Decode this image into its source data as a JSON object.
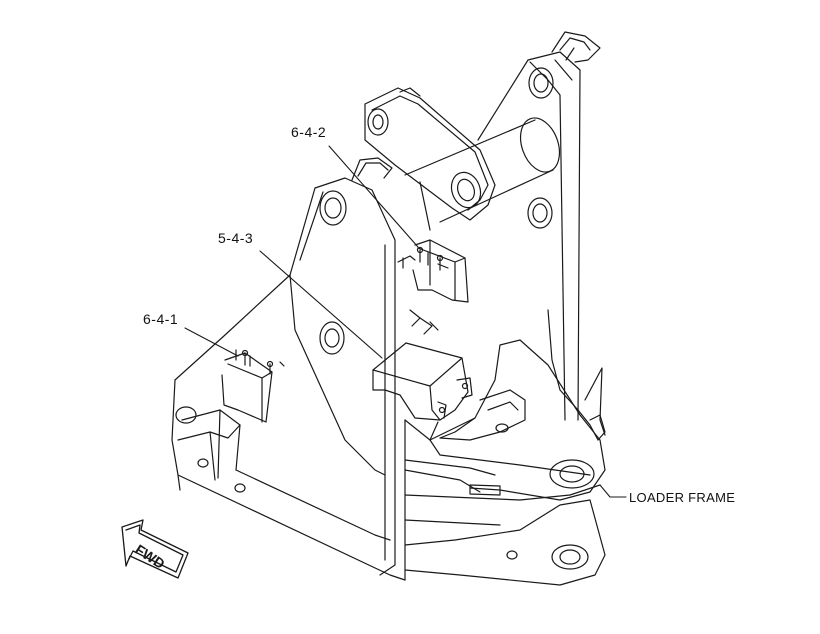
{
  "callouts": {
    "part_642": "6-4-2",
    "part_543": "5-4-3",
    "part_641": "6-4-1",
    "loader_frame": "LOADER FRAME"
  },
  "direction_arrow": {
    "label": "FWD",
    "icon": "forward-arrow-icon"
  },
  "colors": {
    "line": "#1a1a1a",
    "background": "#ffffff"
  }
}
